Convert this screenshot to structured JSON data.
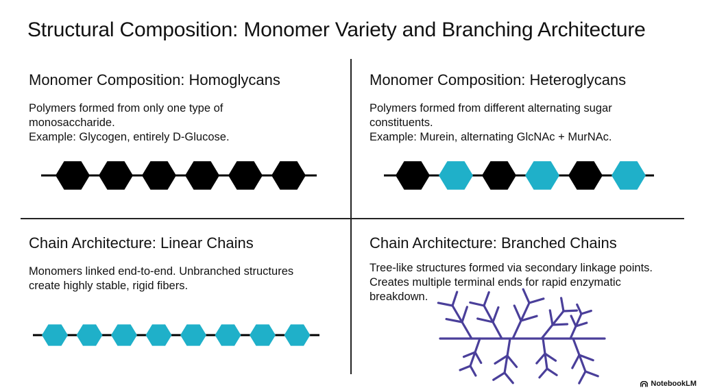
{
  "title": "Structural Composition: Monomer Variety and Branching Architecture",
  "quadrants": {
    "homoglycans": {
      "heading": "Monomer Composition: Homoglycans",
      "lines": [
        "Polymers formed from only one type of",
        "monosaccharide.",
        "Example: Glycogen, entirely D-Glucose."
      ],
      "chain_colors": [
        "#000000",
        "#000000",
        "#000000",
        "#000000",
        "#000000",
        "#000000"
      ]
    },
    "heteroglycans": {
      "heading": "Monomer Composition: Heteroglycans",
      "lines": [
        "Polymers formed from different alternating sugar",
        "constituents.",
        "Example: Murein, alternating GlcNAc + MurNAc."
      ],
      "chain_colors": [
        "#000000",
        "#1fb0c9",
        "#000000",
        "#1fb0c9",
        "#000000",
        "#1fb0c9"
      ]
    },
    "linear": {
      "heading": "Chain Architecture: Linear Chains",
      "lines": [
        "Monomers linked end-to-end. Unbranched structures",
        "create highly stable, rigid fibers."
      ],
      "chain_colors": [
        "#1fb0c9",
        "#1fb0c9",
        "#1fb0c9",
        "#1fb0c9",
        "#1fb0c9",
        "#1fb0c9",
        "#1fb0c9",
        "#1fb0c9"
      ]
    },
    "branched": {
      "heading": "Chain Architecture: Branched Chains",
      "lines": [
        "Tree-like structures formed via secondary linkage points.",
        "Creates multiple terminal ends for rapid enzymatic",
        "breakdown."
      ],
      "tree_color": "#4a3f9a"
    }
  },
  "colors": {
    "black": "#000000",
    "teal": "#1fb0c9",
    "purple": "#4a3f9a"
  },
  "footer": {
    "brand": "NotebookLM"
  }
}
